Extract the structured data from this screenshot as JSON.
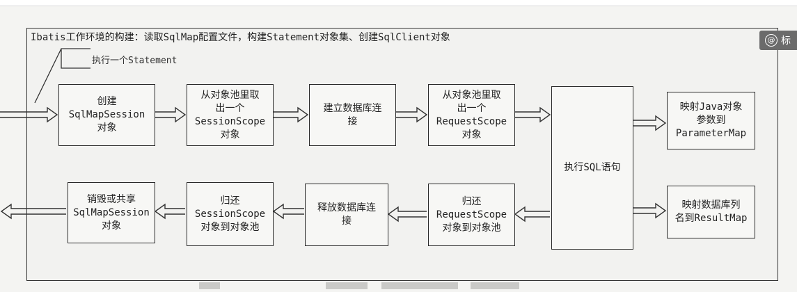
{
  "frame_title": "Ibatis工作环境的构建：读取SqlMap配置文件，构建Statement对象集、创建SqlClient对象",
  "execute_label": "执行一个Statement",
  "boxes": {
    "create_session": "创建\nSqlMapSession\n对象",
    "get_session_scope": "从对象池里取\n出一个\nSessionScope\n对象",
    "connect_db": "建立数据库连\n接",
    "get_request_scope": "从对象池里取\n出一个\nRequestScope\n对象",
    "execute_sql": "执行SQL语句",
    "map_parameter": "映射Java对象\n参数到\nParameterMap",
    "map_result": "映射数据库列\n名到ResultMap",
    "return_request_scope": "归还\nRequestScope\n对象到对象池",
    "release_db": "释放数据库连\n接",
    "return_session_scope": "归还\nSessionScope\n对象到对象池",
    "destroy_session": "销毁或共享\nSqlMapSession\n对象"
  },
  "side_button": {
    "label": "标",
    "icon": "at-icon"
  }
}
